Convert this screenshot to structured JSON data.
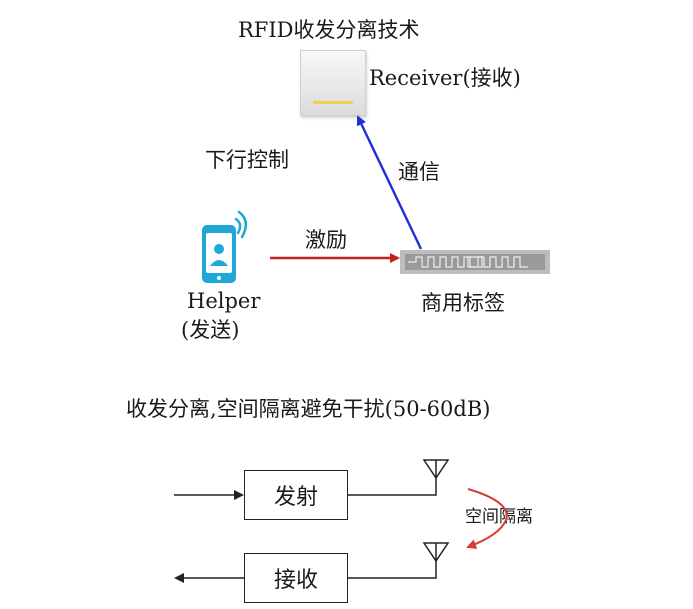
{
  "title": "RFID收发分离技术",
  "receiver_label": "Receiver(接收)",
  "downlink_label": "下行控制",
  "comm_label": "通信",
  "excite_label": "激励",
  "tag_label": "商用标签",
  "helper_label": "Helper",
  "helper_sublabel": "(发送)",
  "isolation_title": "收发分离,空间隔离避免干扰(50-60dB)",
  "tx_label": "发射",
  "rx_label": "接收",
  "space_isolation_label": "空间隔离",
  "colors": {
    "comm_arrow": "#1f2fd6",
    "excite_arrow": "#c81e1e",
    "isolation_arrow": "#d83a3a",
    "phone": "#1fa7d8"
  },
  "icons": [
    "rfid-reader-icon",
    "smartphone-icon",
    "rfid-tag-icon",
    "antenna-icon"
  ]
}
